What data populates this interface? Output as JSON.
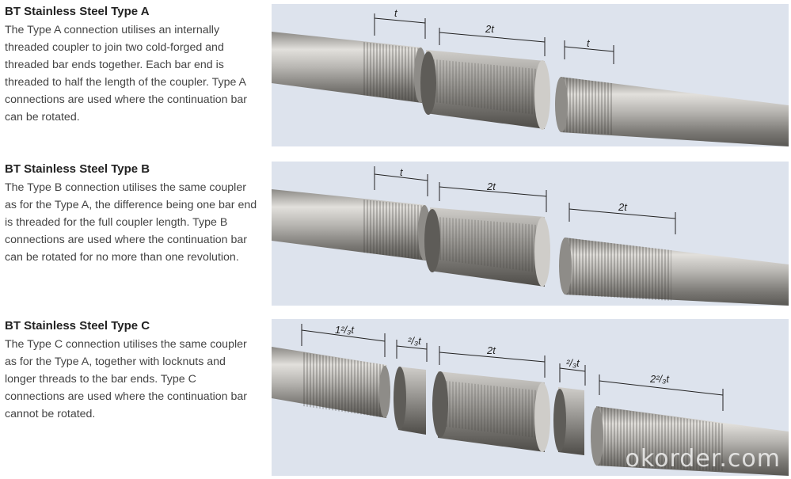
{
  "sections": [
    {
      "title": "BT Stainless Steel Type A",
      "body": "The Type A connection utilises an internally threaded coupler to join two cold-forged and threaded bar ends together. Each bar end is threaded to half the length of the coupler. Type A connections are used where the continuation bar can be rotated.",
      "dims": [
        "t",
        "2t",
        "t"
      ]
    },
    {
      "title": "BT Stainless Steel  Type B",
      "body": "The Type B connection utilises the same coupler as for the Type A, the difference being one bar end is threaded for the full coupler length. Type B connections are used where the continuation bar can be rotated for no more than one revolution.",
      "dims": [
        "t",
        "2t",
        "2t"
      ]
    },
    {
      "title": "BT Stainless Steel Type C",
      "body": "The Type C connection utilises the same coupler as for the Type A, together with locknuts and longer threads to the bar ends. Type C connections are used where the continuation bar cannot be rotated.",
      "dims": [
        "1²/₃t",
        "²/₃t",
        "2t",
        "²/₃t",
        "2²/₃t"
      ]
    }
  ],
  "watermark": "okorder.com",
  "colors": {
    "panel": "#dde3ed",
    "steel_light": "#d8d6d2",
    "steel_dark": "#6a6864"
  }
}
